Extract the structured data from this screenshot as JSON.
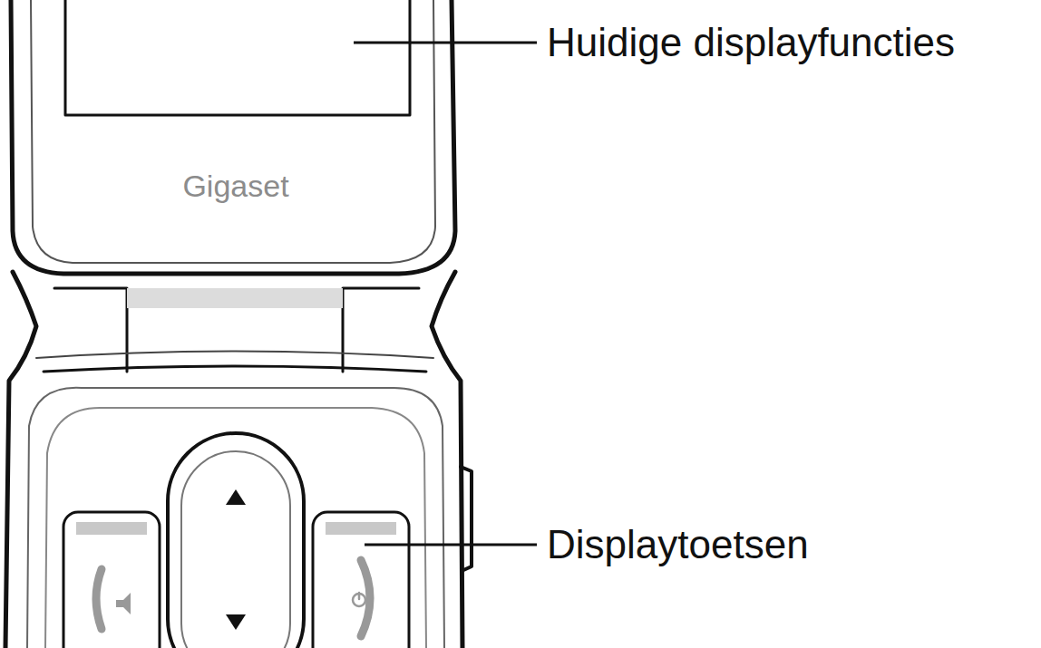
{
  "diagram": {
    "labels": [
      "Huidige displayfuncties",
      "Gigaset",
      "Displaytoetsen"
    ]
  }
}
